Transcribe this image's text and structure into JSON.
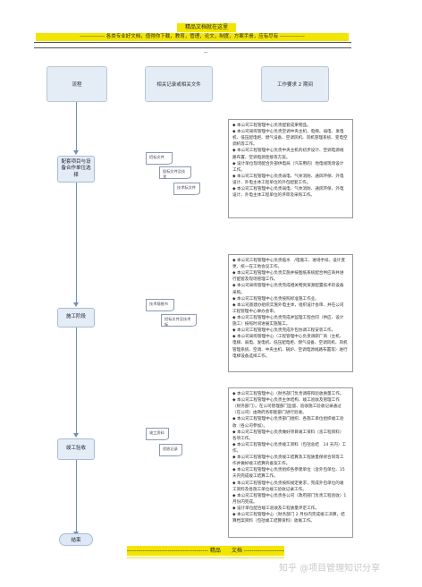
{
  "header": {
    "banner": "精品文档就在这里",
    "slogan": "-------------- 各类专业好文档，值得你下载，教育，管理，论文，制度，方案手册，应有尽有 --------------",
    "mark": "--"
  },
  "columns": {
    "process": "流程",
    "records": "相关记录或相关文件",
    "requirements": "工作要求 2 期间"
  },
  "steps": [
    "流程",
    "配套项目与设备合作单位选择",
    "施工阶段",
    "竣工验收",
    "结束"
  ],
  "docs": {
    "group1": [
      "招标文件",
      "投标文件及技术",
      "技术标文件"
    ],
    "group2": [
      "技术规格书",
      "招标文件及技术标"
    ],
    "group3": [
      "竣工资料",
      "验收记录"
    ]
  },
  "notes": {
    "block1": [
      "◆ 本公司工程管理中心负责配套成果物品。",
      "◆ 本公司采购管理中心负责空调中央主机、电梯、弱电、发电机、低压配电柜、燃气设备、空调风机、风机管理系统、变电空调机等工作。",
      "◆ 本公司工程管理中心负责中央主机的初步设计、空调电源线路布置、空调电源连接等方案。",
      "◆ 设计单位现场配合外部供电局（汽车用的）地电线现场设计工作。",
      "◆ 本公司工程管理中心负责弱电、气体消防、通风环保、外电设计、外电主体工程单位的外包配套工作。",
      "◆ 本公司工程管理中心负责弱电、气体消防、通风环保、外电设计、外电主体工程单位的评审及采购工作。"
    ],
    "block2": [
      "◆ 本公司工程管理中心负责临水　/电施工、进场手续、设计变更、统一在工地会议工作。",
      "◆ 本公司工程管理中心负责实施并按图纸系统配合供应商并进行配套及现场管理工作。",
      "◆ 本公司采购管理中心负责完成相关物资资源配置技术的设备采购。",
      "◆ 本公司工程管理中心负责按照标准施工作业。",
      "◆ 本公司基建办组织实施外电主体，组织设计会审、并在公司工程管理中心举办会审。",
      "◆ 本公司工程管理中心负责完成并监理工程合同（供应、设计施工）按照时间进展实施施工。",
      "◆ 本公司工程管理中心负责完成外包协调工程安装工作。",
      "◆ 本公司采购管理中心（工程管理中心负责调研厂商（主机、电梯、弱电、发电机、低压配电柜、燃气设备、空调风机、风机管理系统、空调、中央主机、锅炉、空调电源线路布置等）进行电梯设备选择工作。"
    ],
    "block3": [
      "◆ 本公司工程管理中心（财务部门负责调研和验收质量工作。",
      "◆ 本公司工程管理中心负责主体结构、竣工验收及管理工作（财务部门）。在公司管理部门监督、验收施工验收记录通过（在公司）由政府各职能部门进行验收。",
      "◆ 本公司工程管理中心负责部门组织、各施工单位组织竣工验收（各公司参加）。",
      "◆ 本公司工程管理中心负责做好项目竣工资料（含工程资料）各项工作。",
      "◆ 本公司工程管理中心负责竣工资料（包括总结　14 天内）工作。",
      "◆ 本公司工程管理中心负责竣工结算及工程质量保修合同等工作并做好竣工结算的备案工作。",
      "◆ 本公司工程管理中心负责组织各参建单位（含外包单位、15 天内完成竣工结算工作。",
      "◆ 本公司工程管理中心负责按照规定要求，完成外包单位的竣工资料及各施工单位竣工验收记录工作。",
      "◆ 本公司工程管理中心负责各公司（政府部门负责工程验收）1 月份内完成。",
      "◆ 设计单位配合竣工验收及工程质量评定工作。",
      "◆ 本公司工程管理中心（财务部门 2 月份内完成竣工决算，结算档案资料（包括竣工结算资料）收尾工作。"
    ]
  },
  "footer": {
    "banner": "------------------------------------------ 精品　　文档 ------------------------------------------",
    "watermark": "知乎 @项目管理知识分享"
  }
}
